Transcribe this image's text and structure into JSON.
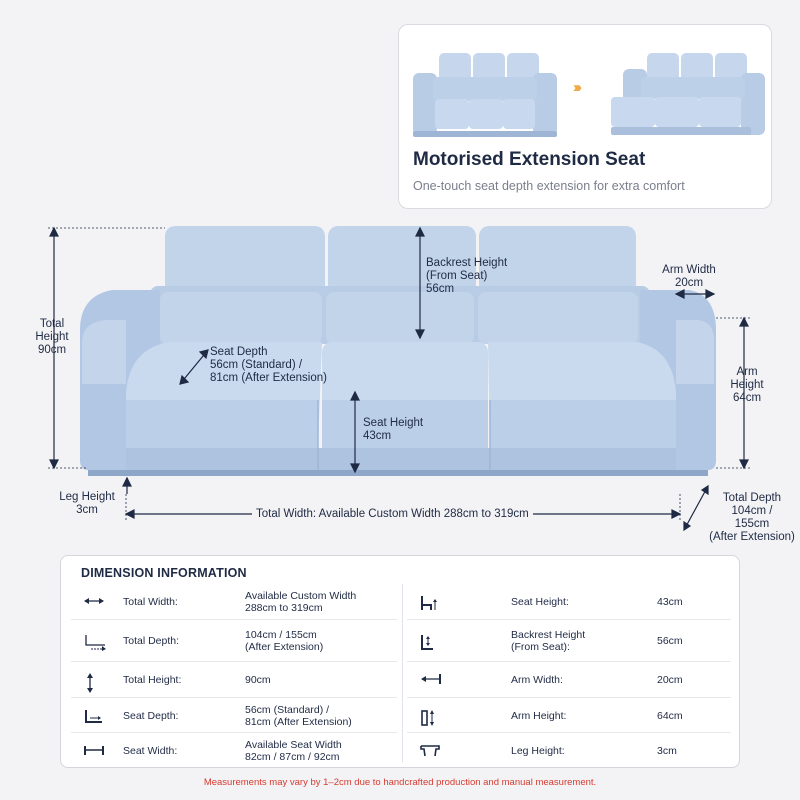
{
  "feature": {
    "title": "Motorised Extension Seat",
    "subtitle": "One-touch seat depth extension for extra comfort",
    "arrows": "›››"
  },
  "colors": {
    "sofa_main": "#c2d4ea",
    "sofa_shade": "#a9bfdc",
    "sofa_dark": "#8ea7c9",
    "dim_line": "#1f2a44",
    "accent_arrow": "#f0a640",
    "footnote": "#d63b2f"
  },
  "dimensions": {
    "total_height": [
      "Total",
      "Height",
      "90cm"
    ],
    "backrest_height": [
      "Backrest Height",
      "(From Seat)",
      "56cm"
    ],
    "arm_width": [
      "Arm Width",
      "20cm"
    ],
    "seat_depth": [
      "Seat Depth",
      "56cm (Standard) /",
      "81cm (After Extension)"
    ],
    "seat_height": [
      "Seat Height",
      "43cm"
    ],
    "arm_height": [
      "Arm",
      "Height",
      "64cm"
    ],
    "leg_height": [
      "Leg Height",
      "3cm"
    ],
    "total_width": "Total Width: Available Custom Width  288cm to 319cm",
    "total_depth": [
      "Total Depth",
      "104cm /",
      "155cm",
      "(After Extension)"
    ]
  },
  "panel": {
    "title": "DIMENSION INFORMATION",
    "left_rows": [
      {
        "icon": "horizontal-arrow-icon",
        "label": [
          "Total Width:"
        ],
        "value": [
          "Available Custom Width",
          "288cm to 319cm"
        ]
      },
      {
        "icon": "depth-arrow-icon",
        "label": [
          "Total Depth:"
        ],
        "value": [
          "104cm / 155cm",
          "(After Extension)"
        ]
      },
      {
        "icon": "vertical-arrow-icon",
        "label": [
          "Total Height:"
        ],
        "value": [
          "90cm"
        ]
      },
      {
        "icon": "seat-depth-icon",
        "label": [
          "Seat Depth:"
        ],
        "value": [
          "56cm (Standard) /",
          "81cm (After Extension)"
        ]
      },
      {
        "icon": "seat-width-icon",
        "label": [
          "Seat Width:"
        ],
        "value": [
          "Available Seat Width",
          "82cm / 87cm / 92cm"
        ]
      }
    ],
    "right_rows": [
      {
        "icon": "seat-height-icon",
        "label": [
          "Seat Height:"
        ],
        "value": [
          "43cm"
        ]
      },
      {
        "icon": "backrest-height-icon",
        "label": [
          "Backrest Height",
          "(From Seat):"
        ],
        "value": [
          "56cm"
        ]
      },
      {
        "icon": "arm-width-icon",
        "label": [
          "Arm Width:"
        ],
        "value": [
          "20cm"
        ]
      },
      {
        "icon": "arm-height-icon",
        "label": [
          "Arm Height:"
        ],
        "value": [
          "64cm"
        ]
      },
      {
        "icon": "leg-height-icon",
        "label": [
          "Leg Height:"
        ],
        "value": [
          "3cm"
        ]
      }
    ]
  },
  "footnote": "Measurements  may vary by 1–2cm  due to handcrafted production and manual measurement."
}
